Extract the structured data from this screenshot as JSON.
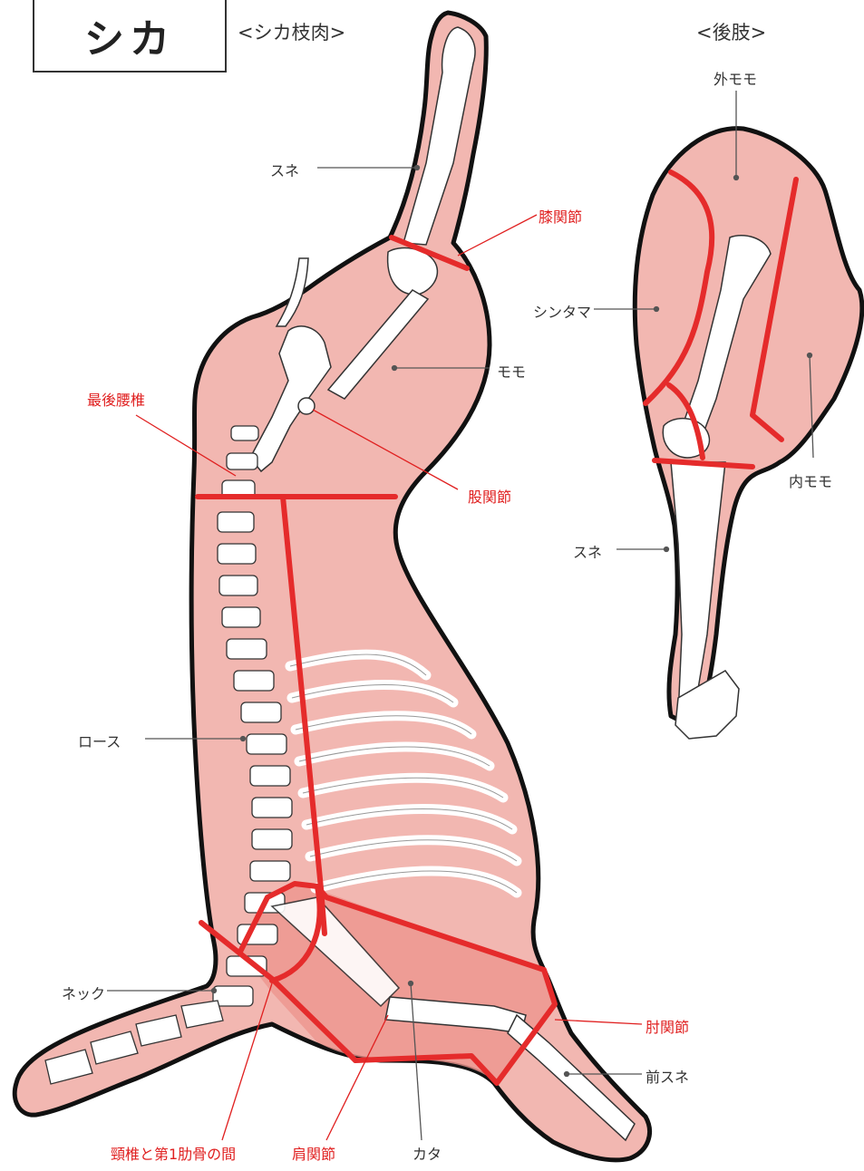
{
  "title": "シカ",
  "captions": {
    "carcass": "<シカ枝肉>",
    "hindlimb": "<後肢>"
  },
  "labels": {
    "sune": "スネ",
    "hiza_kansetsu": "膝関節",
    "momo": "モモ",
    "saigo_yotsui": "最後腰椎",
    "kokansetsu": "股関節",
    "rosu": "ロース",
    "nekku": "ネック",
    "hiji_kansetsu": "肘関節",
    "mae_sune": "前スネ",
    "keitsui_rokkotsu": "頸椎と第1肋骨の間",
    "kata_kansetsu": "肩関節",
    "kata": "カタ",
    "soto_momo": "外モモ",
    "shintama": "シンタマ",
    "uchi_momo": "内モモ",
    "hindlimb_sune": "スネ"
  },
  "colors": {
    "meat": "#f2b7b1",
    "meat_dark": "#ec958f",
    "bone": "#ffffff",
    "outline": "#111111",
    "cut_line": "#e52b2b",
    "label_red": "#e02020",
    "leader": "#555555"
  }
}
